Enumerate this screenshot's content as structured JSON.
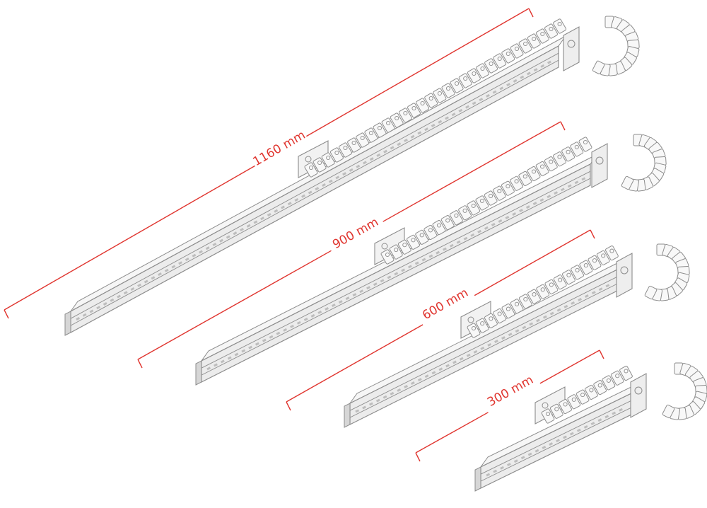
{
  "colors": {
    "dimension": "#e0352f",
    "outline": "#8c8c8c",
    "rail_face": "#ececec",
    "rail_top": "#f6f6f6",
    "rail_shadow": "#d6d6d6",
    "chain_fill": "#f8f8f8"
  },
  "modules": [
    {
      "id": "m1160",
      "label": "1160 mm"
    },
    {
      "id": "m900",
      "label": "900 mm"
    },
    {
      "id": "m600",
      "label": "600 mm"
    },
    {
      "id": "m300",
      "label": "300 mm"
    }
  ]
}
